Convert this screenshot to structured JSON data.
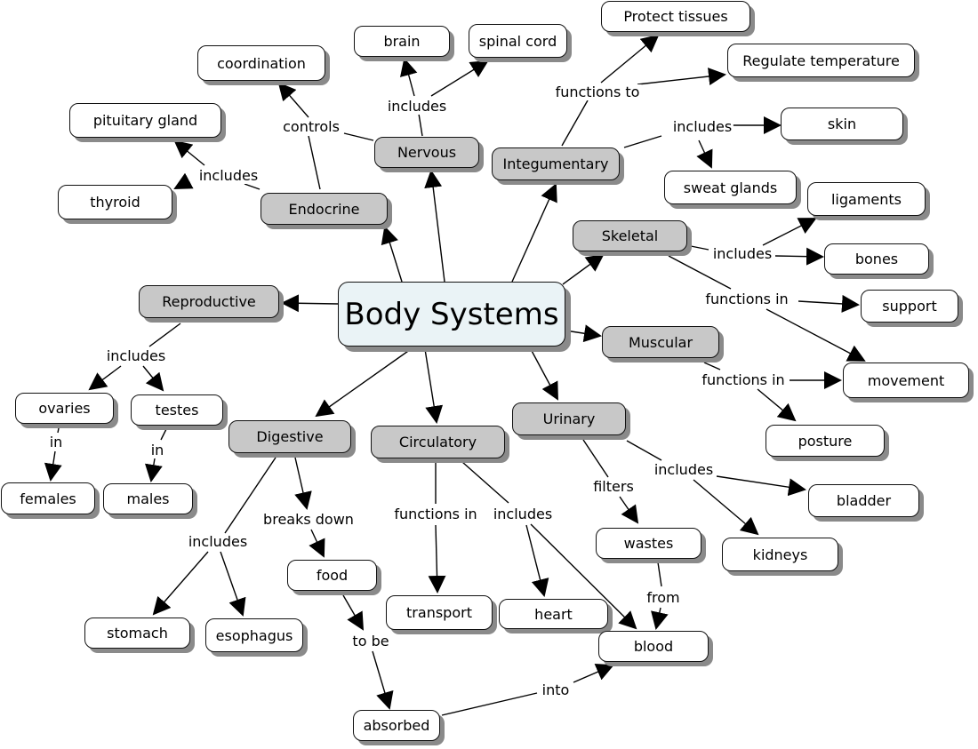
{
  "title": "Body Systems",
  "nodes": {
    "root": "Body Systems",
    "nervous": "Nervous",
    "brain": "brain",
    "spinal_cord": "spinal cord",
    "endocrine": "Endocrine",
    "coordination": "coordination",
    "pituitary": "pituitary gland",
    "thyroid": "thyroid",
    "integumentary": "Integumentary",
    "protect": "Protect tissues",
    "regulate": "Regulate temperature",
    "skin": "skin",
    "sweat": "sweat glands",
    "skeletal": "Skeletal",
    "ligaments": "ligaments",
    "bones": "bones",
    "support": "support",
    "movement": "movement",
    "muscular": "Muscular",
    "posture": "posture",
    "reproductive": "Reproductive",
    "ovaries": "ovaries",
    "testes": "testes",
    "females": "females",
    "males": "males",
    "digestive": "Digestive",
    "stomach": "stomach",
    "esophagus": "esophagus",
    "food": "food",
    "absorbed": "absorbed",
    "circulatory": "Circulatory",
    "transport": "transport",
    "heart": "heart",
    "blood": "blood",
    "urinary": "Urinary",
    "wastes": "wastes",
    "bladder": "bladder",
    "kidneys": "kidneys"
  },
  "links": {
    "nervous_includes": "includes",
    "controls": "controls",
    "endocrine_includes": "includes",
    "integ_functions": "functions to",
    "integ_includes": "includes",
    "skeletal_includes": "includes",
    "skeletal_functions": "functions in",
    "muscular_functions": "functions in",
    "repro_includes": "includes",
    "ovaries_in": "in",
    "testes_in": "in",
    "digestive_includes": "includes",
    "breaks_down": "breaks down",
    "to_be": "to be",
    "into": "into",
    "circ_functions": "functions in",
    "circ_includes": "includes",
    "filters": "filters",
    "urinary_includes": "includes",
    "from": "from"
  },
  "colors": {
    "system_fill": "#c8c8c8",
    "root_fill": "#eaf3f6",
    "concept_fill": "#ffffff",
    "shadow": "#8a8a8a"
  }
}
